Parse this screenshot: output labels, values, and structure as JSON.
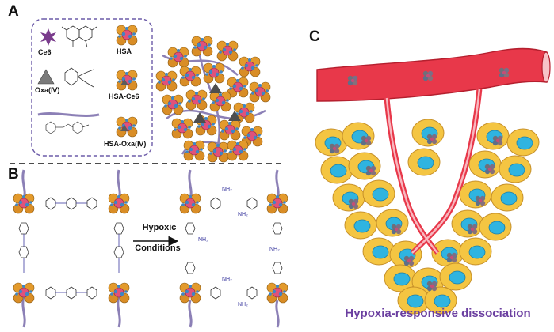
{
  "panels": {
    "a": {
      "letter": "A",
      "legend": {
        "ce6": "Ce6",
        "hsa": "HSA",
        "oxa": "Oxa(Ⅳ)",
        "hsa_ce6": "HSA-Ce6",
        "hsa_oxa": "HSA-Oxa(Ⅳ)"
      }
    },
    "b": {
      "letter": "B",
      "arrow_label_line1": "Hypoxic",
      "arrow_label_line2": "Conditions",
      "amine_label": "NH₂"
    },
    "c": {
      "letter": "C",
      "caption": "Hypoxia-responsive dissociation"
    }
  },
  "colors": {
    "vessel": "#e8384a",
    "vessel_dark": "#b51f2e",
    "dashed_border": "#6c5ba8",
    "cell_body": "#f4c542",
    "cell_nucleus": "#2fb4e0",
    "protein_orange": "#e39a2c",
    "protein_blue": "#3d86c6",
    "protein_pink": "#e0527a",
    "caption_purple": "#6b3fa0"
  }
}
